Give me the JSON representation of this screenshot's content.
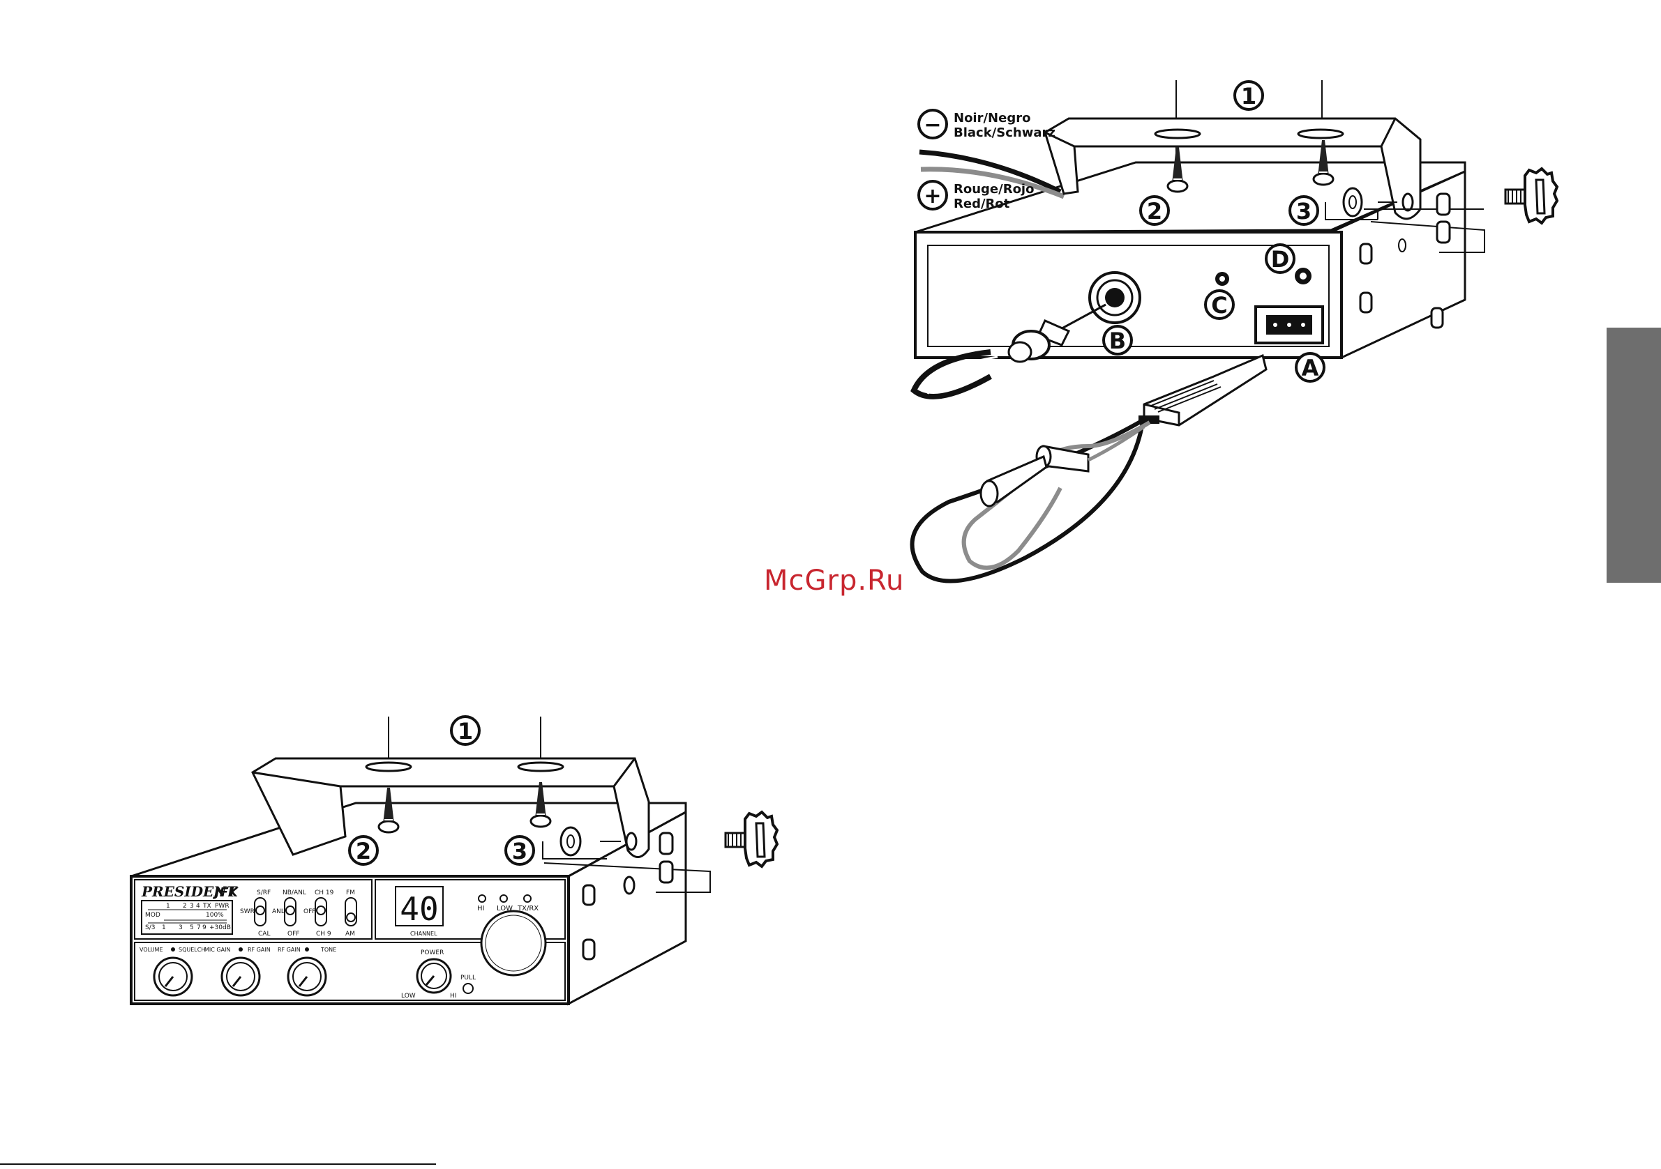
{
  "watermark": "McGrp.Ru",
  "colors": {
    "ink": "#111111",
    "grey_cable": "#8c8c8c",
    "side_tab": "#6e6e6e",
    "watermark": "#c8262f"
  },
  "top_figure": {
    "callouts": [
      "1",
      "2",
      "3",
      "A",
      "B",
      "C",
      "D"
    ],
    "wire_negative": {
      "symbol": "−",
      "line1": "Noir/Negro",
      "line2": "Black/Schwarz"
    },
    "wire_positive": {
      "symbol": "+",
      "line1": "Rouge/Rojo",
      "line2": "Red/Rot"
    }
  },
  "bottom_figure": {
    "callouts": [
      "1",
      "2",
      "3"
    ],
    "radio": {
      "brand": "PRESIDENT",
      "model": "JFK",
      "meter_top": [
        "1",
        "2",
        "3",
        "4",
        "TX",
        "PWR"
      ],
      "meter_mid_left": "MOD",
      "meter_mid_right": "100%",
      "meter_bottom": [
        "S/3",
        "1",
        "3",
        "5",
        "7",
        "9",
        "+30dB"
      ],
      "switches": [
        {
          "top": "S/RF",
          "left": "SWR",
          "bottom": "CAL"
        },
        {
          "top": "NB/ANL",
          "left": "ANL",
          "bottom": "OFF"
        },
        {
          "top": "CH 19",
          "left": "OFF",
          "bottom": "CH 9"
        },
        {
          "top": "FM",
          "left": "",
          "bottom": "AM"
        }
      ],
      "channel_display": "40",
      "channel_label": "CHANNEL",
      "leds": [
        "HI",
        "LOW",
        "TX/RX"
      ],
      "knob_row_labels": [
        "VOLUME",
        "SQUELCH",
        "MIC GAIN",
        "RF GAIN",
        "RF GAIN",
        "TONE"
      ],
      "power_label": "POWER",
      "power_low": "LOW",
      "power_hi": "HI",
      "pull_label": "PULL"
    }
  }
}
